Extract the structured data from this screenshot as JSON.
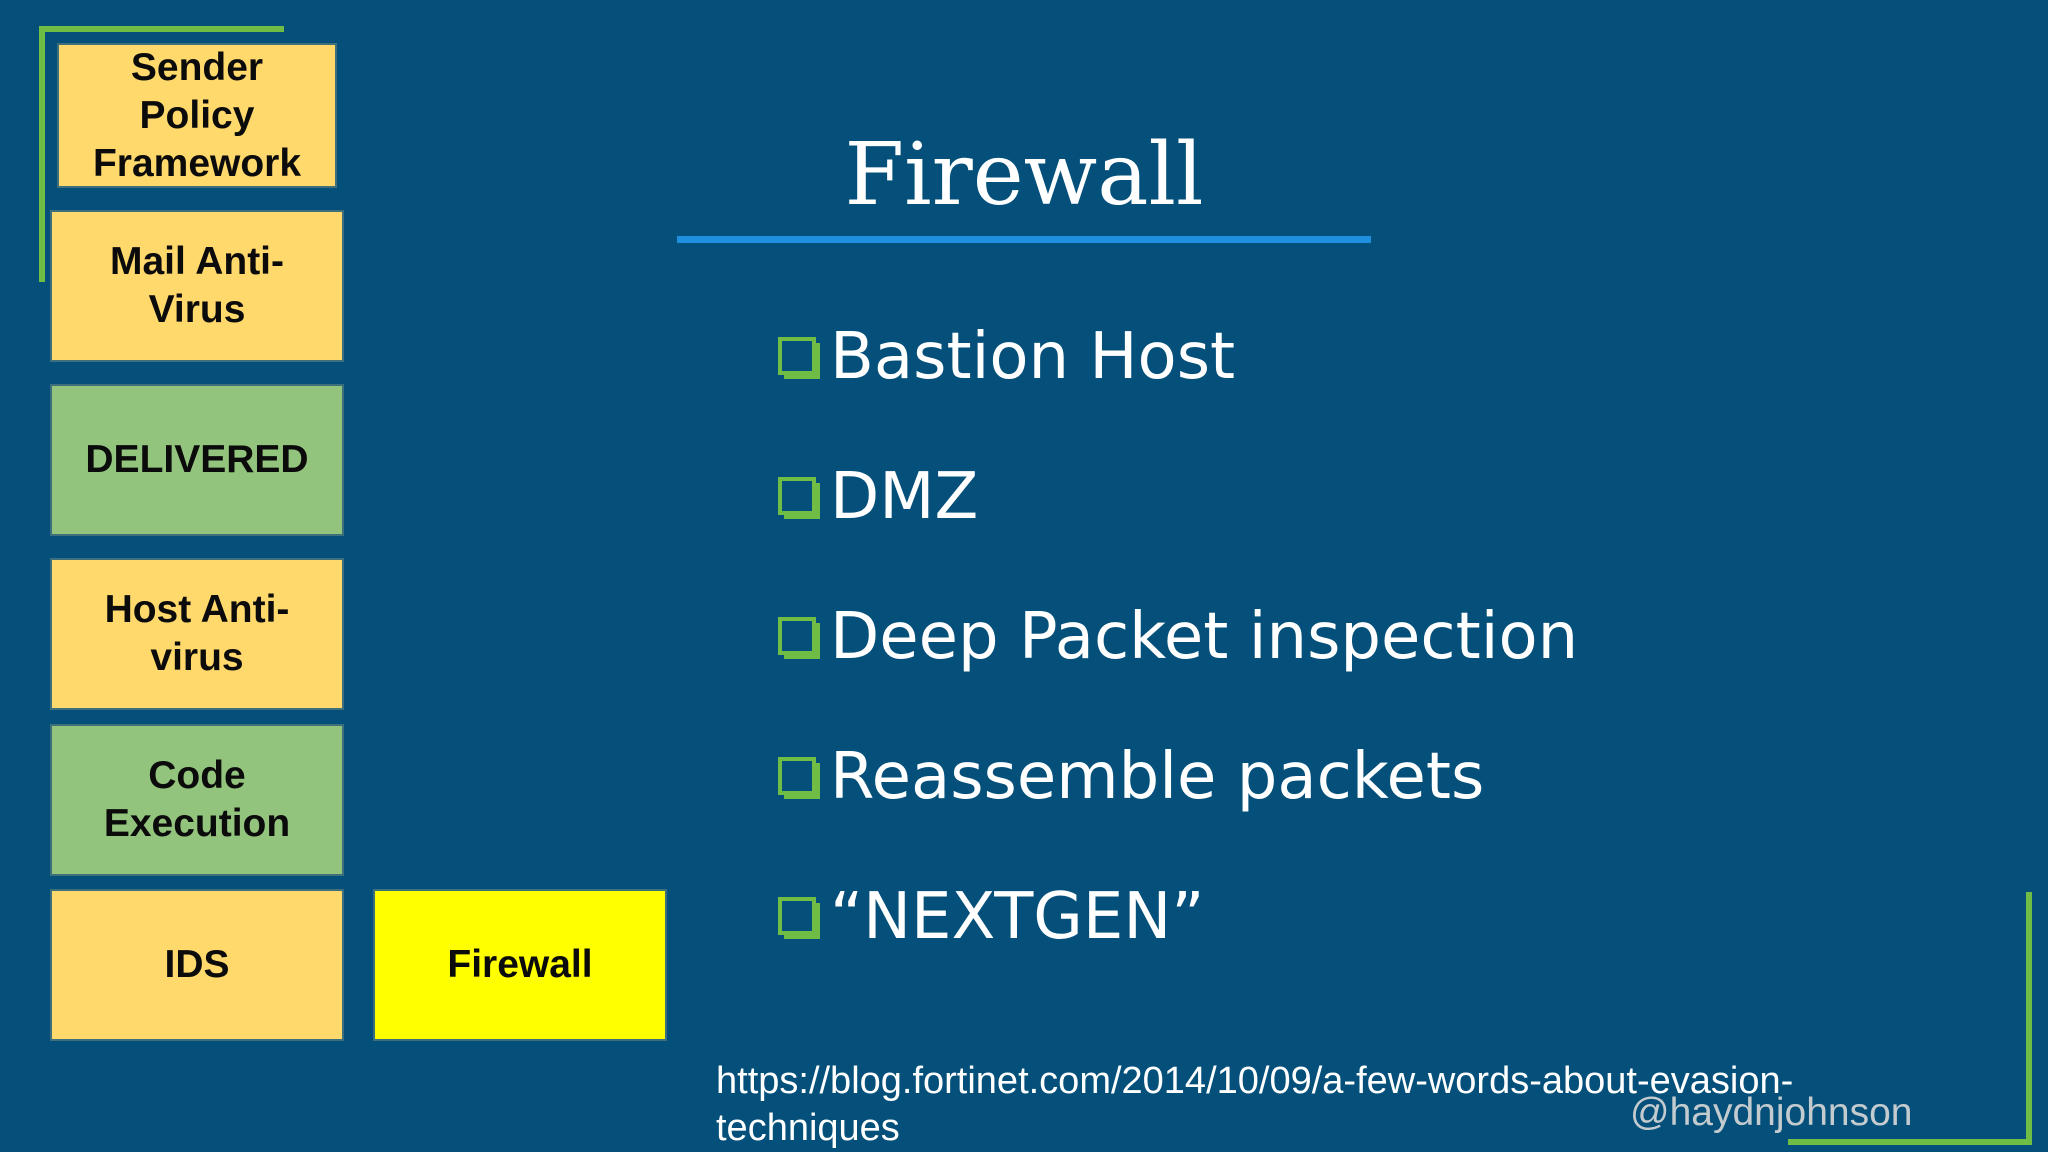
{
  "slide": {
    "title": "Firewall",
    "flow_boxes": [
      {
        "label": "Sender\nPolicy\nFramework",
        "color": "#ffd96b"
      },
      {
        "label": "Mail Anti-\nVirus",
        "color": "#ffd96b"
      },
      {
        "label": "DELIVERED",
        "color": "#93c47d"
      },
      {
        "label": "Host Anti-\nvirus",
        "color": "#ffd96b"
      },
      {
        "label": "Code\nExecution",
        "color": "#93c47d"
      },
      {
        "label": "IDS",
        "color": "#ffd96b"
      },
      {
        "label": "Firewall",
        "color": "#ffff00"
      }
    ],
    "bullets": [
      "Bastion Host",
      "DMZ",
      "Deep Packet inspection",
      "Reassemble packets",
      "“NEXTGEN”"
    ],
    "bullet_icon": "checkbox-icon",
    "source_url": "https://blog.fortinet.com/2014/10/09/a-few-words-about-evasion-techniques",
    "author_handle": "@haydnjohnson"
  },
  "colors": {
    "background": "#04507a",
    "accent_green": "#6fbd45",
    "accent_blue": "#1f8fe0",
    "box_yellow": "#ffd96b",
    "box_green": "#93c47d",
    "box_highlight": "#ffff00"
  }
}
